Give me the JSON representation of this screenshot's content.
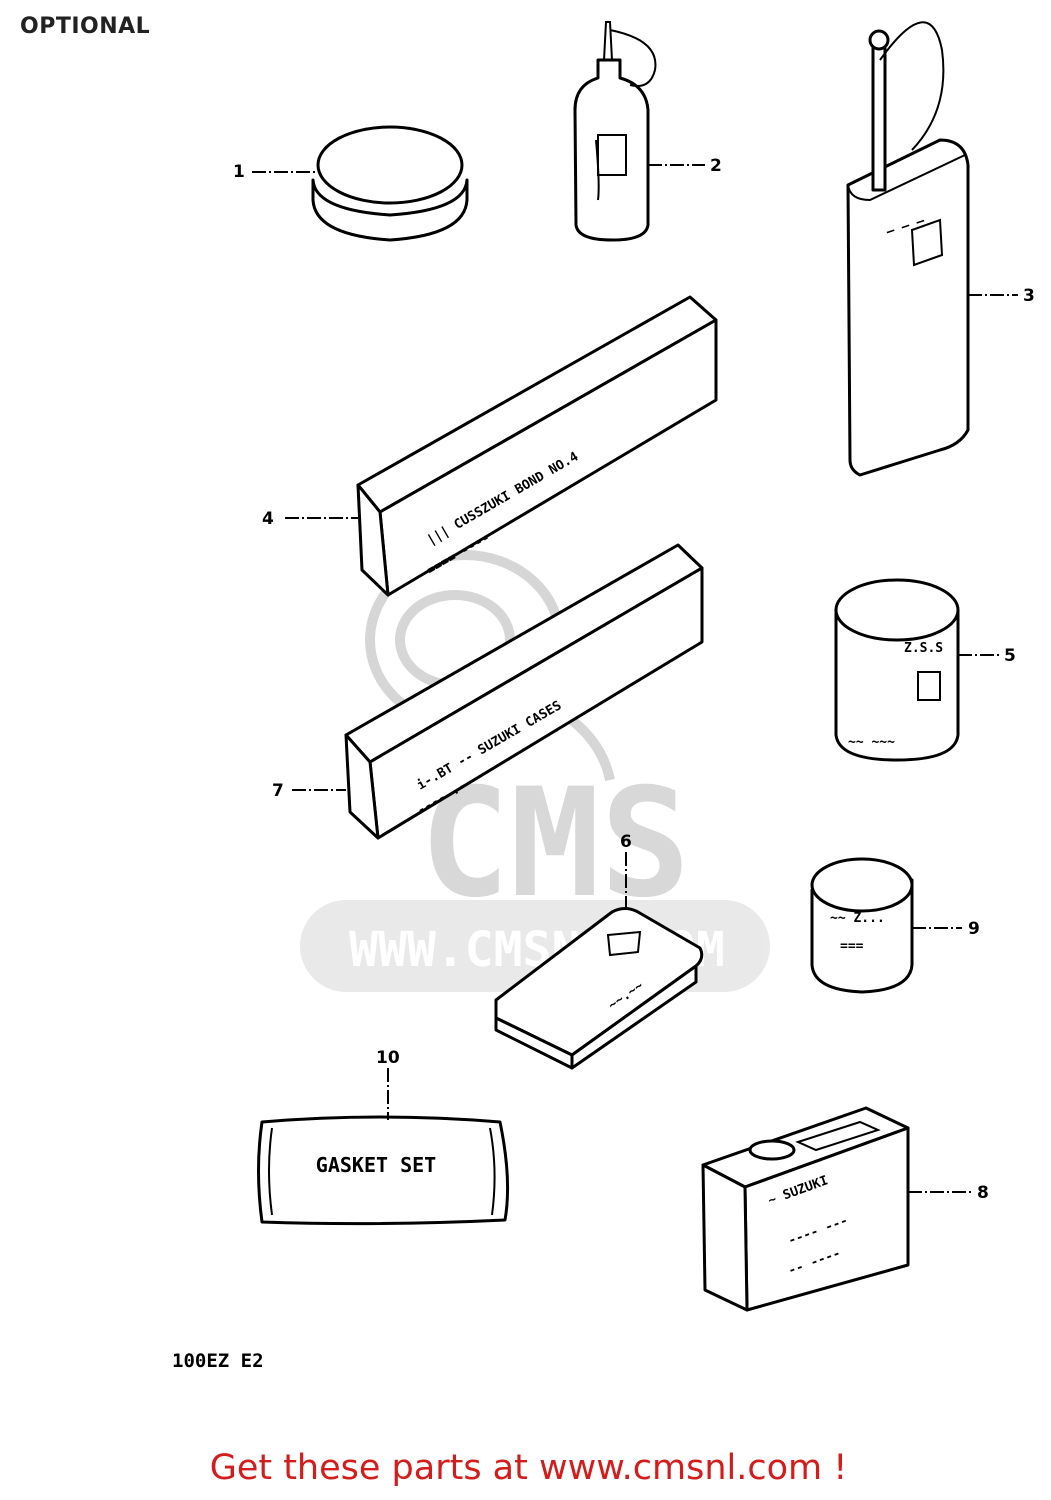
{
  "page": {
    "title": "OPTIONAL",
    "diagram_code": "100EZ E2",
    "cta_text": "Get these parts at www.cmsnl.com !",
    "cta_color": "#d41c1c"
  },
  "watermark": {
    "brand": "CMS",
    "url": "WWW.CMSNL.COM",
    "color": "#c9c9c9"
  },
  "parts": [
    {
      "ref": "1",
      "icon": "grease-tin-icon"
    },
    {
      "ref": "2",
      "icon": "oil-bottle-icon"
    },
    {
      "ref": "3",
      "icon": "oil-can-icon"
    },
    {
      "ref": "4",
      "icon": "bond-tube-box-icon"
    },
    {
      "ref": "5",
      "icon": "paint-can-icon"
    },
    {
      "ref": "6",
      "icon": "small-kit-box-icon"
    },
    {
      "ref": "7",
      "icon": "tube-box-icon"
    },
    {
      "ref": "8",
      "icon": "square-tin-icon"
    },
    {
      "ref": "9",
      "icon": "small-can-icon"
    },
    {
      "ref": "10",
      "icon": "gasket-set-bag-icon",
      "printed_label": "GASKET SET"
    }
  ]
}
